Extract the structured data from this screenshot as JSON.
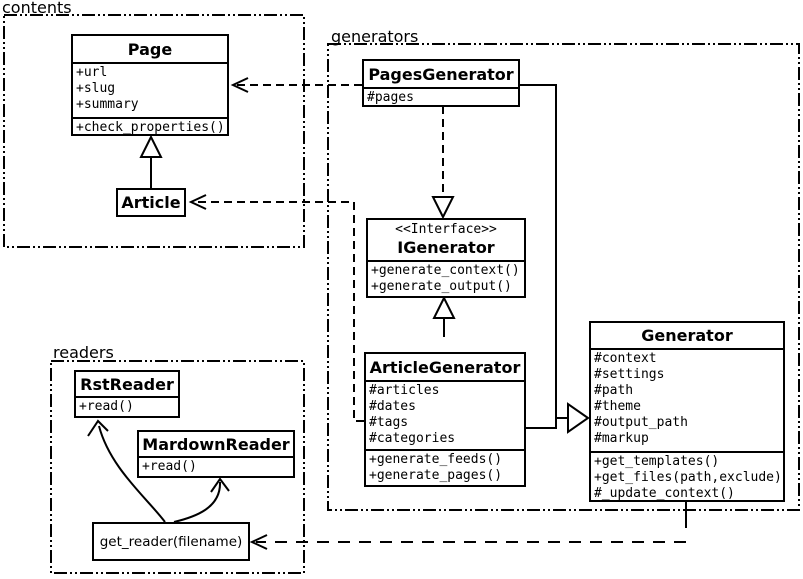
{
  "diagram": {
    "packages": {
      "contents_label": "contents",
      "generators_label": "generators",
      "readers_label": "readers"
    },
    "classes": {
      "page": {
        "name": "Page",
        "attrs": [
          "+url",
          "+slug",
          "+summary"
        ],
        "methods": [
          "+check_properties()"
        ]
      },
      "article": {
        "name": "Article"
      },
      "pages_generator": {
        "name": "PagesGenerator",
        "attrs": [
          "#pages"
        ]
      },
      "igenerator": {
        "stereotype": "<<Interface>>",
        "name": "IGenerator",
        "methods": [
          "+generate_context()",
          "+generate_output()"
        ]
      },
      "article_generator": {
        "name": "ArticleGenerator",
        "attrs": [
          "#articles",
          "#dates",
          "#tags",
          "#categories"
        ],
        "methods": [
          "+generate_feeds()",
          "+generate_pages()"
        ]
      },
      "generator": {
        "name": "Generator",
        "attrs": [
          "#context",
          "#settings",
          "#path",
          "#theme",
          "#output_path",
          "#markup"
        ],
        "methods": [
          "+get_templates()",
          "+get_files(path,exclude)",
          "#_update_context()"
        ]
      },
      "rst_reader": {
        "name": "RstReader",
        "methods": [
          "+read()"
        ]
      },
      "mardown_reader": {
        "name": "MardownReader",
        "methods": [
          "+read()"
        ]
      },
      "get_reader": {
        "label": "get_reader(filename)"
      }
    },
    "colors": {
      "line": "#000000",
      "background": "#ffffff"
    }
  }
}
